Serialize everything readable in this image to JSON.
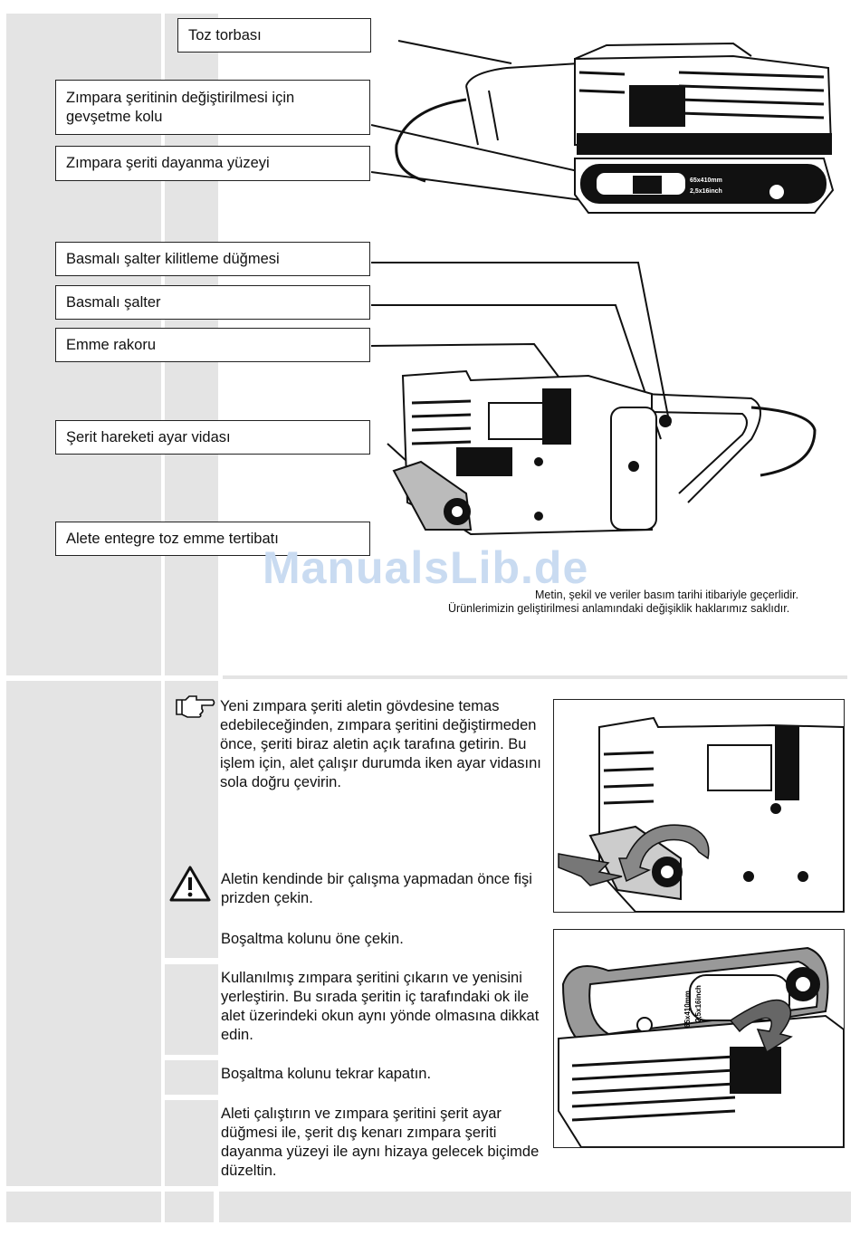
{
  "labels": {
    "dust_bag": "Toz torbası",
    "release_lever": "Zımpara şeritinin değiştirilmesi için gevşetme kolu",
    "belt_support_surface": "Zımpara şeriti dayanma yüzeyi",
    "trigger_lock_button": "Basmalı şalter kilitleme düğmesi",
    "trigger_switch": "Basmalı şalter",
    "suction_nozzle": "Emme rakoru",
    "belt_tracking_screw": "Şerit hareketi ayar vidası",
    "dust_extraction": "Alete entegre toz emme tertibatı"
  },
  "notice": "Metin, şekil ve veriler basım tarihi itibariyle geçerlidir. Ürünlerimizin geliştirilmesi anlamındaki değişiklik haklarımız saklıdır.",
  "watermark": "ManualsLib.de",
  "plate_text": {
    "line1": "65x410mm",
    "line2": "2,5x16inch"
  },
  "instructions": {
    "hint": "Yeni zımpara şeriti aletin gövdesine temas edebileceğinden, zımpara şeritini değiştirmeden önce, şeriti biraz aletin açık tarafına getirin. Bu işlem için, alet çalışır durumda iken ayar vidasını sola doğru çevirin.",
    "warning": "Aletin kendinde bir çalışma yapmadan önce fişi prizden çekin.",
    "step1": "Boşaltma kolunu öne çekin.",
    "step2": "Kullanılmış zımpara şeritini çıkarın ve yenisini yerleştirin. Bu sırada şeritin iç tarafındaki ok ile alet üzerindeki okun aynı yönde olmasına dikkat edin.",
    "step3": "Boşaltma kolunu tekrar kapatın.",
    "step4": "Aleti çalıştırın ve zımpara şeritini şerit ayar düğmesi ile, şerit dış kenarı zımpara şeriti dayanma yüzeyi ile aynı hizaya gelecek biçimde düzeltin."
  },
  "icons": {
    "hint": "pointing-hand-icon",
    "warning": "warning-triangle-icon"
  }
}
